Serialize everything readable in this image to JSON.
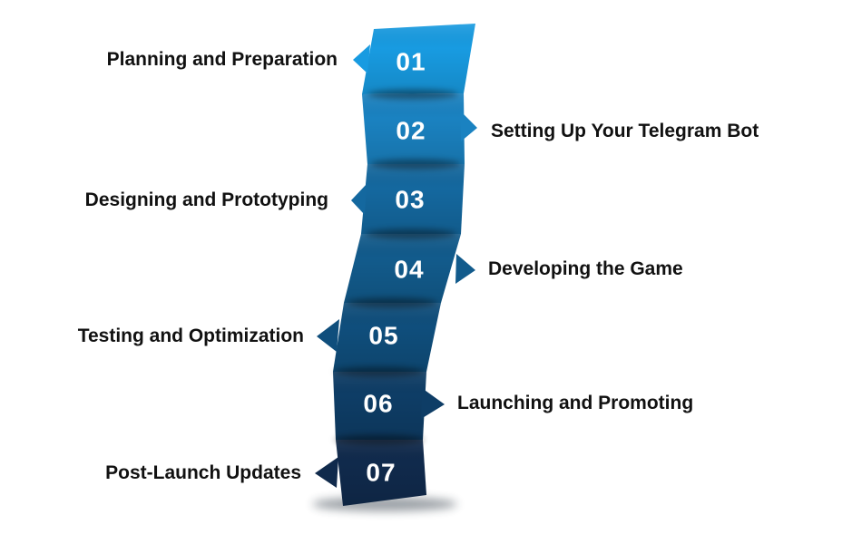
{
  "diagram": {
    "background": "#ffffff",
    "number_color": "#ffffff",
    "label_color": "#111111",
    "steps": [
      {
        "number": "01",
        "label": "Planning and Preparation",
        "side": "left",
        "color": "#189BE1"
      },
      {
        "number": "02",
        "label": "Setting Up Your Telegram Bot",
        "side": "right",
        "color": "#1A82C1"
      },
      {
        "number": "03",
        "label": "Designing and Prototyping",
        "side": "left",
        "color": "#14689F"
      },
      {
        "number": "04",
        "label": "Developing the Game",
        "side": "right",
        "color": "#125B8C"
      },
      {
        "number": "05",
        "label": "Testing and Optimization",
        "side": "left",
        "color": "#0F4E7C"
      },
      {
        "number": "06",
        "label": "Launching and Promoting",
        "side": "right",
        "color": "#0E3D66"
      },
      {
        "number": "07",
        "label": "Post-Launch Updates",
        "side": "left",
        "color": "#102A4C"
      }
    ]
  }
}
